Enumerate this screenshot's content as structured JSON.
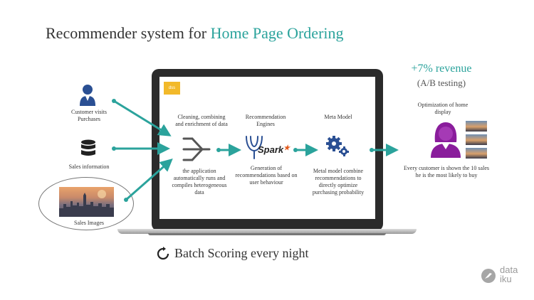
{
  "title": {
    "prefix": "Recommender system for ",
    "highlight": "Home Page Ordering"
  },
  "inputs": {
    "customer_line1": "Customer visits",
    "customer_line2": "Purchases",
    "sales_info": "Sales information",
    "sales_images": "Sales Images"
  },
  "laptop": {
    "logo_text": "dss",
    "steps": [
      {
        "heading1": "Cleaning, combining",
        "heading2": "and enrichment of data",
        "desc1": "the application",
        "desc2": "automatically runs and",
        "desc3": "compiles heterogeneous",
        "desc4": "data"
      },
      {
        "heading1": "Recommendation",
        "heading2": "Engines",
        "desc1": "Generation of",
        "desc2": "recommendations based on",
        "desc3": "user behaviour",
        "spark_label": "Spark"
      },
      {
        "heading1": "Meta Model",
        "desc1": "Metal model combine",
        "desc2": "recommendations  to",
        "desc3": "directly optimize",
        "desc4": "purchasing probability"
      }
    ]
  },
  "output": {
    "revenue": "+7% revenue",
    "ab_testing": "(A/B testing)",
    "optimization_line1": "Optimization of home",
    "optimization_line2": "display",
    "customer_line1": "Every customer is shown the 10 sales",
    "customer_line2": "he is the most likely to buy"
  },
  "footer": {
    "batch": "Batch Scoring every night"
  },
  "brand": {
    "line1": "data",
    "line2": "iku"
  },
  "colors": {
    "accent": "#2ba39c",
    "icon_blue": "#2a4f93",
    "purple": "#8a1d9c",
    "logo_yellow": "#f2b92a"
  },
  "icons": [
    "user-icon",
    "database-icon",
    "merge-icon",
    "spark-icon",
    "gears-icon",
    "customer-avatar-icon",
    "refresh-icon",
    "dataiku-bird-icon"
  ]
}
